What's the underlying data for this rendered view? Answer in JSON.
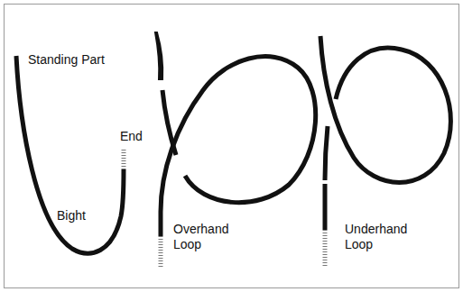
{
  "diagram": {
    "labels": [
      "Standing Part",
      "End",
      "Bight",
      "Overhand Loop",
      "Underhand Loop"
    ]
  }
}
